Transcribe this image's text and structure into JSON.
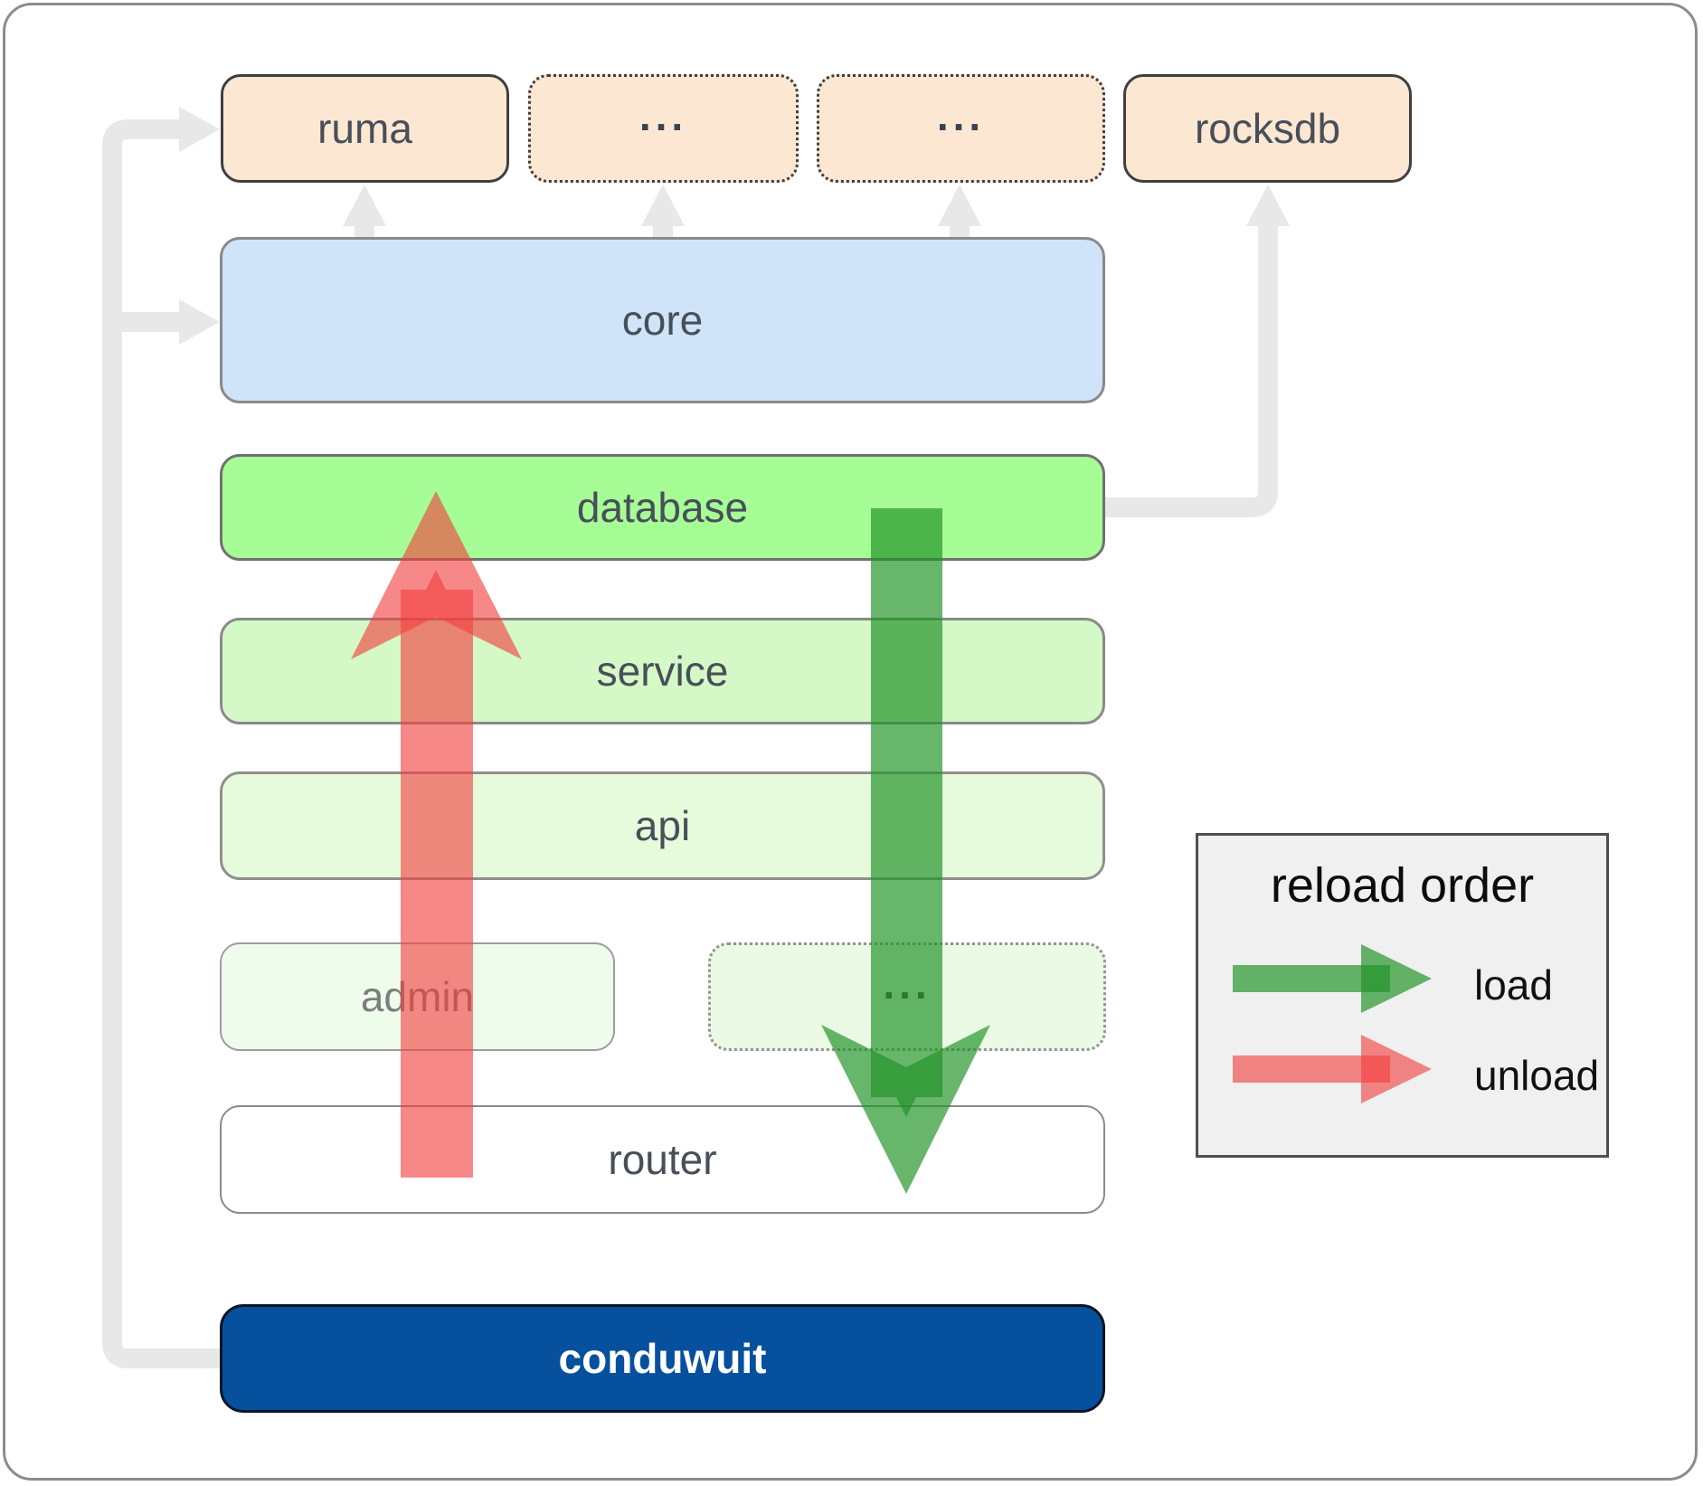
{
  "nodes": {
    "ruma": "ruma",
    "more_top_1": "...",
    "more_top_2": "...",
    "rocksdb": "rocksdb",
    "core": "core",
    "database": "database",
    "service": "service",
    "api": "api",
    "admin": "admin",
    "more_admin": "...",
    "router": "router",
    "conduwuit": "conduwuit"
  },
  "legend": {
    "title": "reload order",
    "load_label": "load",
    "unload_label": "unload"
  },
  "colors": {
    "peach_fill": "#fce7d3",
    "core_fill": "#cfe4f8",
    "database_fill": "#a6fc95",
    "service_fill": "#d4f8c6",
    "api_fill": "#e6fbdc",
    "admin_fill": "#eefcec",
    "router_fill": "#ffffff",
    "conduwuit_fill": "#06509e",
    "connector_gray": "#e8e8e8",
    "load_arrow_green": "rgba(32,146,38,0.68)",
    "unload_arrow_red": "rgba(242,63,63,0.62)",
    "legend_bg": "#f0f0f0"
  }
}
